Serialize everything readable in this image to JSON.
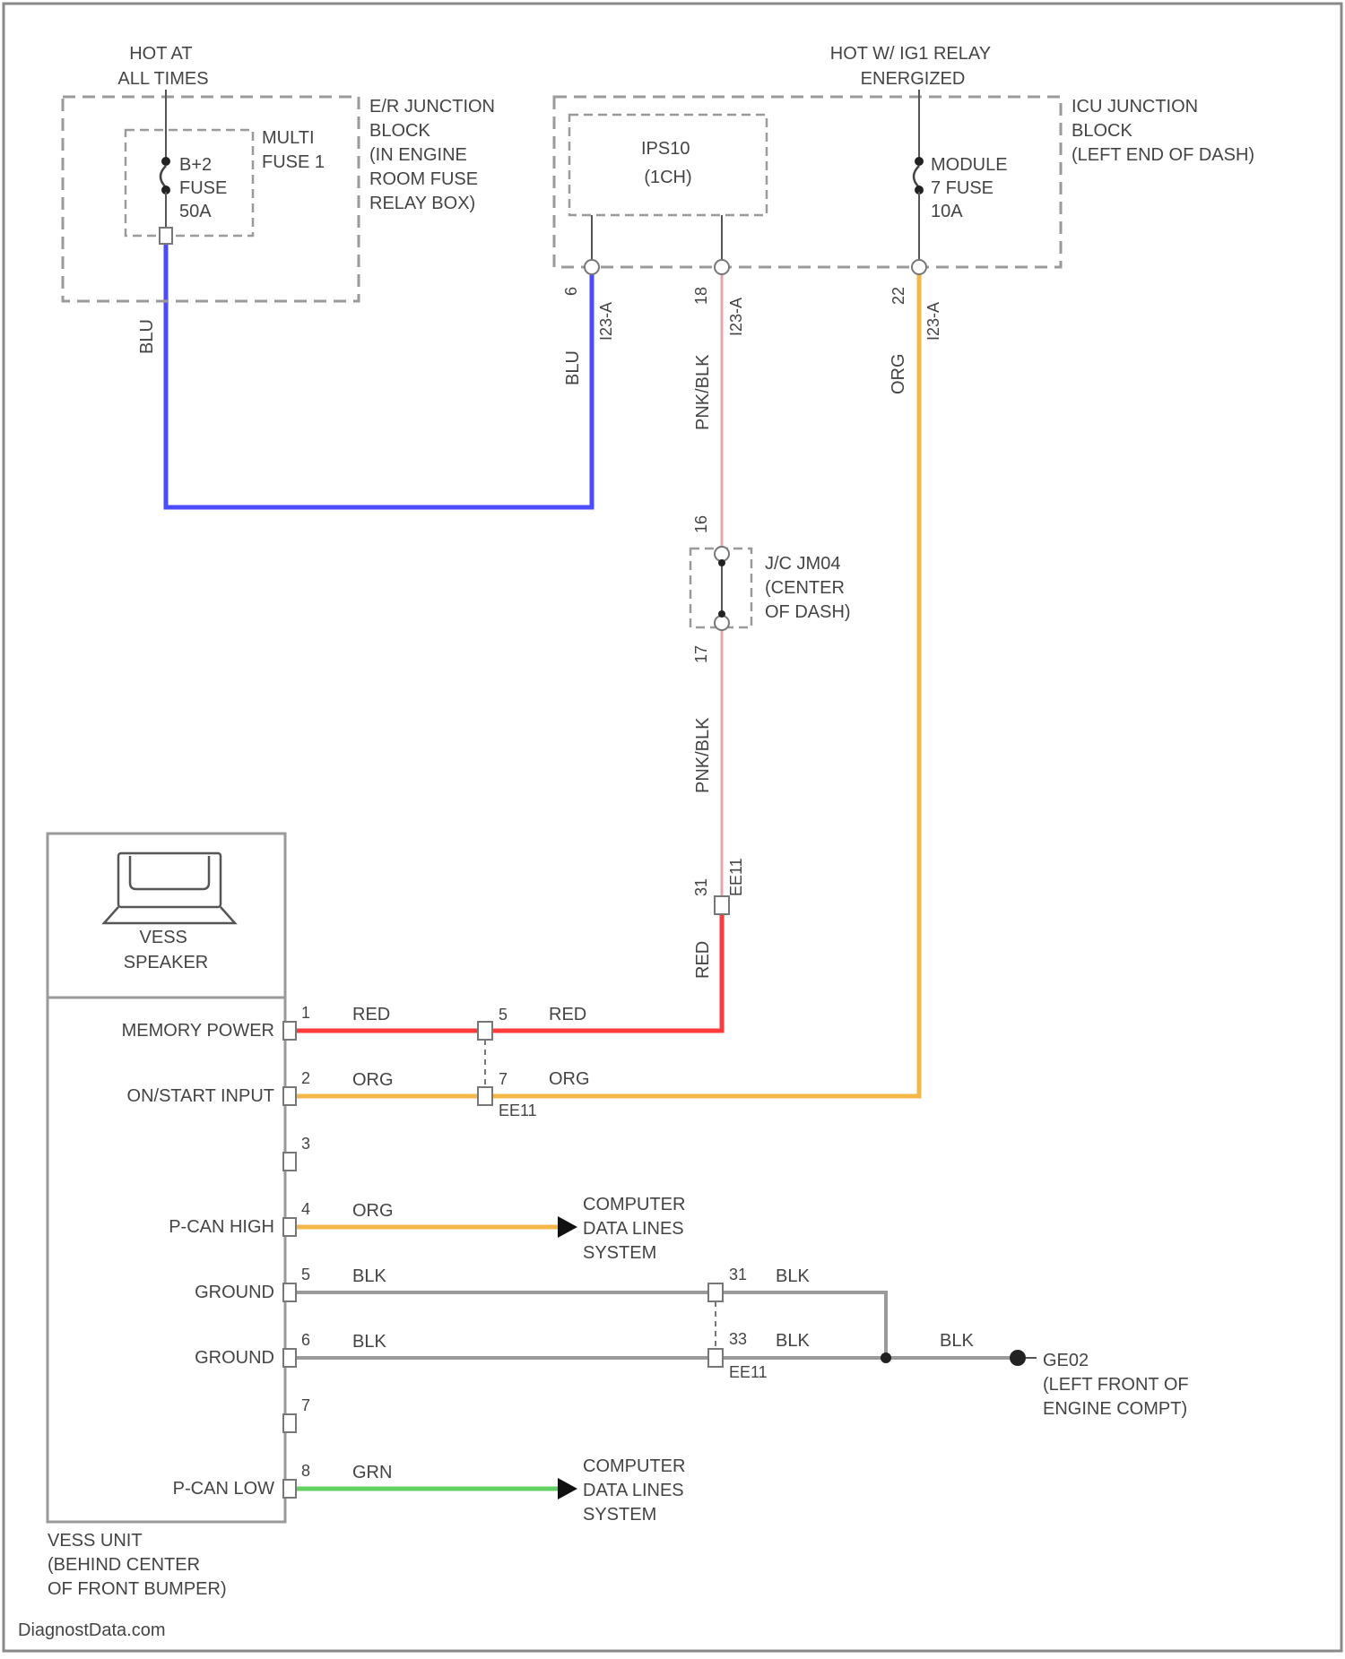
{
  "colors": {
    "blu": "#4b4bff",
    "red": "#ff3b3b",
    "pnk": "#e7a3ab",
    "org": "#f5b74a",
    "blk": "#9a9a9a",
    "grn": "#62d162",
    "box": "#9a9a9a"
  },
  "power": {
    "hot_at_all_times": [
      "HOT AT",
      "ALL TIMES"
    ],
    "hot_ig1": [
      "HOT W/ IG1 RELAY",
      "ENERGIZED"
    ]
  },
  "er_block": {
    "label": [
      "E/R JUNCTION",
      "BLOCK",
      "(IN ENGINE",
      "ROOM FUSE",
      "RELAY BOX)"
    ],
    "multi_fuse": [
      "MULTI",
      "FUSE 1"
    ],
    "fuse": [
      "B+2",
      "FUSE",
      "50A"
    ],
    "wire_color": "BLU"
  },
  "icu_block": {
    "label": [
      "ICU JUNCTION",
      "BLOCK",
      "(LEFT END OF DASH)"
    ],
    "ips": [
      "IPS10",
      "(1CH)"
    ],
    "fuse": [
      "MODULE",
      "7 FUSE",
      "10A"
    ],
    "pins": [
      "6",
      "18",
      "22"
    ],
    "connector": "I23-A",
    "wires": [
      "BLU",
      "PNK/BLK",
      "ORG"
    ]
  },
  "jc": {
    "label": [
      "J/C JM04",
      "(CENTER",
      "OF DASH)"
    ],
    "pins": [
      "16",
      "17"
    ],
    "wire_color": "PNK/BLK"
  },
  "ee11_top": {
    "pin": "31",
    "connector": "EE11",
    "wire_color": "RED"
  },
  "vess": {
    "speaker": [
      "VESS",
      "SPEAKER"
    ],
    "unit_label": [
      "VESS UNIT",
      "(BEHIND CENTER",
      "OF FRONT BUMPER)"
    ],
    "pins": [
      {
        "num": "1",
        "name": "MEMORY POWER",
        "wire": "RED"
      },
      {
        "num": "2",
        "name": "ON/START INPUT",
        "wire": "ORG"
      },
      {
        "num": "3",
        "name": "",
        "wire": ""
      },
      {
        "num": "4",
        "name": "P-CAN HIGH",
        "wire": "ORG"
      },
      {
        "num": "5",
        "name": "GROUND",
        "wire": "BLK"
      },
      {
        "num": "6",
        "name": "GROUND",
        "wire": "BLK"
      },
      {
        "num": "7",
        "name": "",
        "wire": ""
      },
      {
        "num": "8",
        "name": "P-CAN LOW",
        "wire": "GRN"
      }
    ]
  },
  "ee11_mid": {
    "pins": [
      "5",
      "7"
    ],
    "connector": "EE11",
    "wires": [
      "RED",
      "ORG"
    ]
  },
  "ee11_ground": {
    "pins": [
      "31",
      "33"
    ],
    "connector": "EE11",
    "wires": [
      "BLK",
      "BLK"
    ]
  },
  "ground": {
    "wire": "BLK",
    "label": [
      "GE02",
      "(LEFT FRONT OF",
      "ENGINE COMPT)"
    ]
  },
  "data_lines": [
    "COMPUTER",
    "DATA LINES",
    "SYSTEM"
  ],
  "watermark": "DiagnostData.com"
}
